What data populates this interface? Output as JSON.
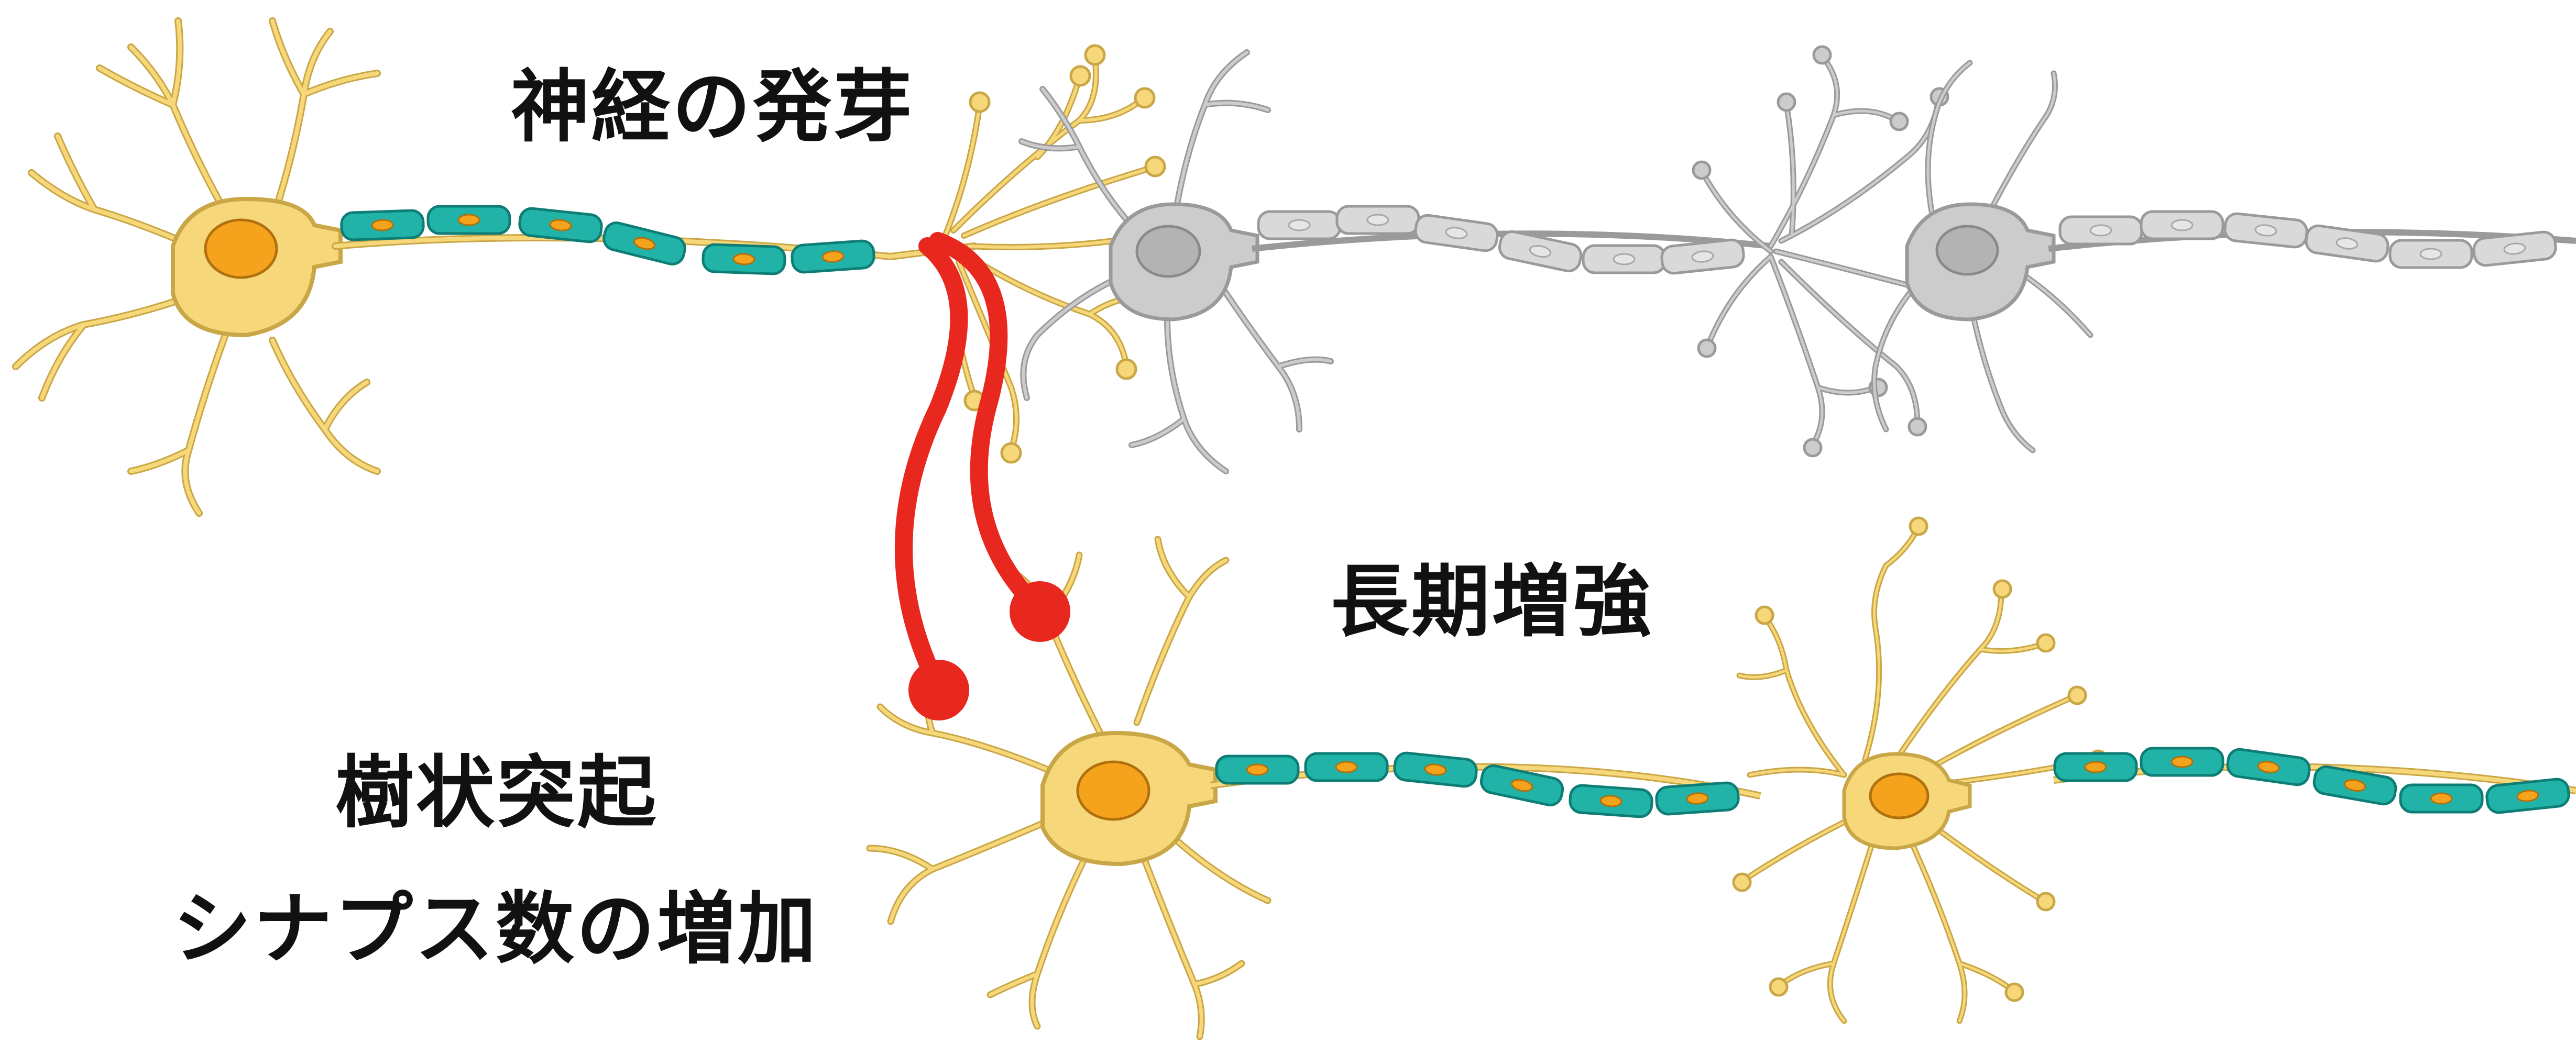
{
  "labels": {
    "nerve_sprouting": "神経の発芽",
    "long_term_potentiation": "長期増強",
    "dendrite": "樹状突起",
    "synapse_increase": "シナプス数の増加"
  },
  "colors": {
    "neuron_fill": "#f6d77a",
    "neuron_stroke": "#c9a646",
    "nucleus": "#f5a31c",
    "myelin": "#22b3a8",
    "myelin_stroke": "#0e7d75",
    "myelin_node": "#f5a31c",
    "inactive_fill": "#cccccc",
    "inactive_stroke": "#9a9a9a",
    "inactive_nucleus": "#b3b3b3",
    "connection": "#e8281e"
  },
  "icons": {
    "top_left": "neuron-icon",
    "top_middle": "neuron-inactive-icon",
    "top_right": "neuron-inactive-icon",
    "bottom_left": "neuron-icon",
    "bottom_right": "neuron-icon",
    "connection": "new-synapse-connector-icon"
  }
}
